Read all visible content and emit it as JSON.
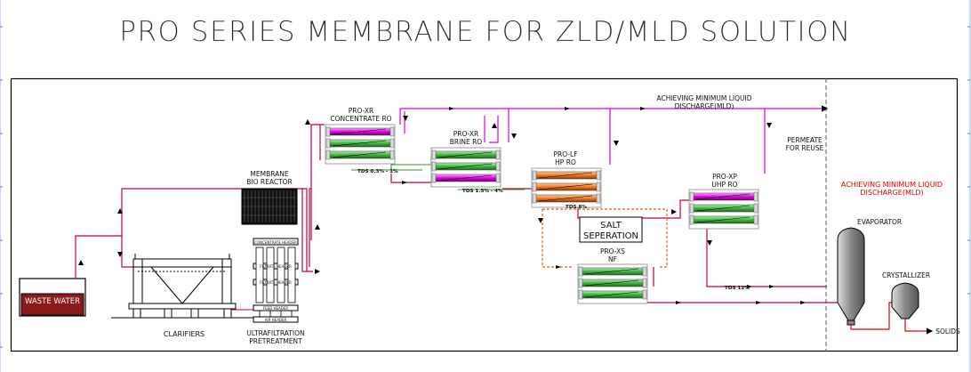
{
  "title": "PRO SERIES MEMBRANE FOR ZLD/MLD SOLUTION",
  "labels": {
    "waste_water": "WASTE WATER",
    "clarifiers": "CLARIFIERS",
    "uf_1": "ULTRAFILTRATION",
    "uf_2": "PRETREATMENT",
    "mbr_1": "MEMBRANE",
    "mbr_2": "BIO REACTOR",
    "proxr1_1": "PRO-XR",
    "proxr1_2": "CONCENTRATE RO",
    "proxr2_1": "PRO-XR",
    "proxr2_2": "BRINE RO",
    "prolf_1": "PRO-LF",
    "prolf_2": "HP RO",
    "proxp_1": "PRO-XP",
    "proxp_2": "UHP RO",
    "proxs_1": "PRO-XS",
    "proxs_2": "NF",
    "salt_1": "SALT",
    "salt_2": "SEPERATION",
    "mld_top_1": "ACHIEVING MINIMUM LIQUID",
    "mld_top_2": "DISCHARGE(MLD)",
    "permeate_1": "PERMEATE",
    "permeate_2": "FOR REUSE",
    "mld_red_1": "ACHIEVING MINIMUM LIQUID",
    "mld_red_2": "DISCHARGE(MLD)",
    "evaporator": "EVAPORATOR",
    "crystallizer": "CRYSTALLIZER",
    "solids": "SOLIDS",
    "tds1": "TDS 0.3% - 1%",
    "tds2": "TDS 1.5% - 4%",
    "tds3": "TDS 8%",
    "tds4": "TDS 12%",
    "uf_headers": [
      "CONCENTRATE HEADER",
      "FILTRATE HEADER",
      "FILTRATE HEADER",
      "FEED HEADER",
      "AIR HEADER"
    ]
  },
  "colors": {
    "feed_line": "#c0003c",
    "permeate_line": "#e000e0",
    "concentrate_line": "#2a9a2a",
    "salt_box": "#d2691e",
    "red_text": "#e60000",
    "waste_fill": "#8b1a1a"
  }
}
